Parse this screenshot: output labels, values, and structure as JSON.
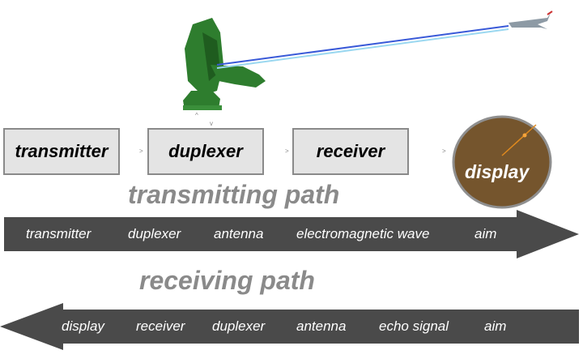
{
  "blocks": {
    "transmitter": "transmitter",
    "duplexer": "duplexer",
    "receiver": "receiver",
    "display": "display"
  },
  "transmit_path": {
    "title": "transmitting path",
    "items": [
      "transmitter",
      "duplexer",
      "antenna",
      "electromagnetic wave",
      "aim"
    ]
  },
  "receive_path": {
    "title": "receiving path",
    "items": [
      "display",
      "receiver",
      "duplexer",
      "antenna",
      "echo signal",
      "aim"
    ]
  },
  "colors": {
    "arrow": "#4a4a4a",
    "display": "#75552d",
    "antenna": "#2e7d2e",
    "box": "#e4e4e4"
  }
}
